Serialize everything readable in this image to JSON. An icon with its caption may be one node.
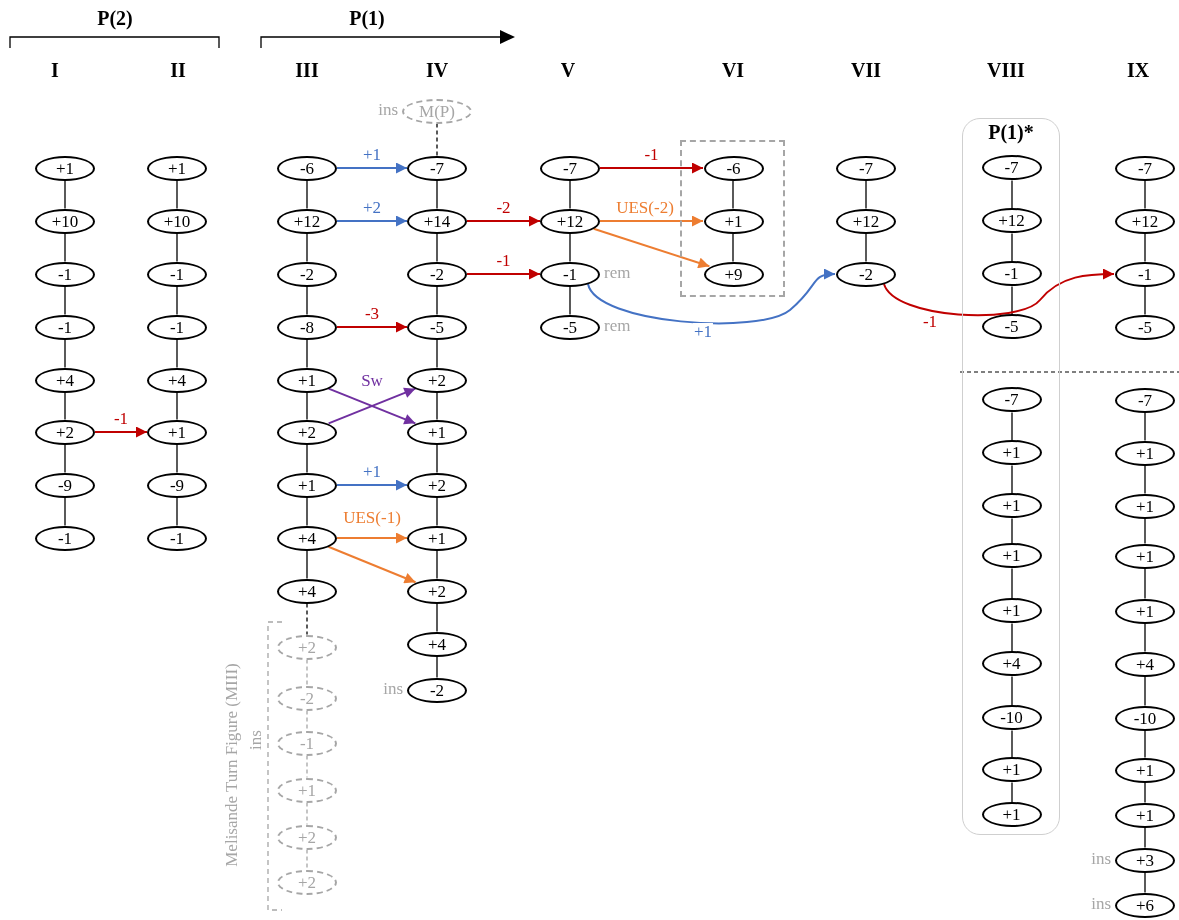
{
  "diagram": {
    "nodes": [
      {
        "text": [
          "+1"
        ]
      },
      {
        "text": [
          "+10"
        ]
      },
      {
        "text": [
          "-1"
        ]
      },
      {
        "text": [
          "-1"
        ]
      },
      {
        "text": [
          "+4"
        ]
      },
      {
        "text": [
          "+2"
        ]
      },
      {
        "text": [
          "-9"
        ]
      },
      {
        "text": [
          "-1"
        ]
      },
      {
        "text": [
          "+1"
        ]
      },
      {
        "text": [
          "+10"
        ]
      },
      {
        "text": [
          "-1"
        ]
      },
      {
        "text": [
          "-1"
        ]
      },
      {
        "text": [
          "+4"
        ]
      },
      {
        "text": [
          "+1"
        ]
      },
      {
        "text": [
          "-9"
        ]
      },
      {
        "text": [
          "-1"
        ]
      },
      {
        "text": [
          "-6"
        ]
      },
      {
        "text": [
          "+12"
        ]
      },
      {
        "text": [
          "-2"
        ]
      },
      {
        "text": [
          "-8"
        ]
      },
      {
        "text": [
          "+1"
        ]
      },
      {
        "text": [
          "+2"
        ]
      },
      {
        "text": [
          "+1"
        ]
      },
      {
        "text": [
          "+4"
        ]
      },
      {
        "text": [
          "+4"
        ]
      },
      {
        "text": [
          "+2"
        ]
      },
      {
        "text": [
          "-2"
        ]
      },
      {
        "text": [
          "-1"
        ]
      },
      {
        "text": [
          "+1"
        ]
      },
      {
        "text": [
          "+2"
        ]
      },
      {
        "text": [
          "+2"
        ]
      },
      {
        "text": [
          "M(P)"
        ],
        "beside": [
          "ins"
        ]
      },
      {
        "text": [
          "-7"
        ]
      },
      {
        "text": [
          "+14"
        ]
      },
      {
        "text": [
          "-2"
        ]
      },
      {
        "text": [
          "-5"
        ]
      },
      {
        "text": [
          "+2"
        ]
      },
      {
        "text": [
          "+1"
        ]
      },
      {
        "text": [
          "+2"
        ]
      },
      {
        "text": [
          "+1"
        ]
      },
      {
        "text": [
          "+2"
        ]
      },
      {
        "text": [
          "+4"
        ]
      },
      {
        "text": [
          "-2"
        ],
        "beside": [
          "ins"
        ]
      },
      {
        "text": [
          "-7"
        ]
      },
      {
        "text": [
          "+12"
        ]
      },
      {
        "text": [
          "-1"
        ],
        "beside": [
          "rem"
        ]
      },
      {
        "text": [
          "-5"
        ],
        "beside": [
          "rem"
        ]
      },
      {
        "text": [],
        "shape": "box"
      },
      {
        "text": [
          "-6"
        ],
        "in": 47
      },
      {
        "text": [
          "+1"
        ],
        "in": 47
      },
      {
        "text": [
          "+9"
        ],
        "in": 47
      },
      {
        "text": [
          "-7"
        ]
      },
      {
        "text": [
          "+12"
        ]
      },
      {
        "text": [
          "-2"
        ]
      },
      {
        "text": [
          "P(1)*"
        ]
      },
      {
        "text": [
          "-7"
        ],
        "in": 54
      },
      {
        "text": [
          "+12"
        ],
        "in": 54
      },
      {
        "text": [
          "-1"
        ],
        "in": 54
      },
      {
        "text": [
          "-5"
        ],
        "in": 54
      },
      {
        "text": [
          "-7"
        ],
        "in": 54
      },
      {
        "text": [
          "+1"
        ],
        "in": 54
      },
      {
        "text": [
          "+1"
        ],
        "in": 54
      },
      {
        "text": [
          "+1"
        ],
        "in": 54
      },
      {
        "text": [
          "+1"
        ],
        "in": 54
      },
      {
        "text": [
          "+4"
        ],
        "in": 54
      },
      {
        "text": [
          "-10"
        ],
        "in": 54
      },
      {
        "text": [
          "+1"
        ],
        "in": 54
      },
      {
        "text": [
          "+1"
        ],
        "in": 54
      },
      {
        "text": [
          "-7"
        ]
      },
      {
        "text": [
          "+12"
        ]
      },
      {
        "text": [
          "-1"
        ]
      },
      {
        "text": [
          "-5"
        ]
      },
      {
        "text": [
          "-7"
        ]
      },
      {
        "text": [
          "+1"
        ]
      },
      {
        "text": [
          "+1"
        ]
      },
      {
        "text": [
          "+1"
        ]
      },
      {
        "text": [
          "+1"
        ]
      },
      {
        "text": [
          "+4"
        ]
      },
      {
        "text": [
          "-10"
        ]
      },
      {
        "text": [
          "+1"
        ]
      },
      {
        "text": [
          "+1"
        ]
      },
      {
        "text": [
          "+3"
        ],
        "beside": [
          "ins"
        ]
      },
      {
        "text": [
          "+6"
        ],
        "beside": [
          "ins"
        ]
      }
    ],
    "edges": [
      {
        "from": 0,
        "to": 1,
        "arrow": "none"
      },
      {
        "from": 1,
        "to": 2,
        "arrow": "none"
      },
      {
        "from": 2,
        "to": 3,
        "arrow": "none"
      },
      {
        "from": 3,
        "to": 4,
        "arrow": "none"
      },
      {
        "from": 4,
        "to": 5,
        "arrow": "none"
      },
      {
        "from": 5,
        "to": 6,
        "arrow": "none"
      },
      {
        "from": 6,
        "to": 7,
        "arrow": "none"
      },
      {
        "from": 8,
        "to": 9,
        "arrow": "none"
      },
      {
        "from": 9,
        "to": 10,
        "arrow": "none"
      },
      {
        "from": 10,
        "to": 11,
        "arrow": "none"
      },
      {
        "from": 11,
        "to": 12,
        "arrow": "none"
      },
      {
        "from": 12,
        "to": 13,
        "arrow": "none"
      },
      {
        "from": 13,
        "to": 14,
        "arrow": "none"
      },
      {
        "from": 14,
        "to": 15,
        "arrow": "none"
      },
      {
        "from": 16,
        "to": 17,
        "arrow": "none"
      },
      {
        "from": 17,
        "to": 18,
        "arrow": "none"
      },
      {
        "from": 18,
        "to": 19,
        "arrow": "none"
      },
      {
        "from": 19,
        "to": 20,
        "arrow": "none"
      },
      {
        "from": 20,
        "to": 21,
        "arrow": "none"
      },
      {
        "from": 21,
        "to": 22,
        "arrow": "none"
      },
      {
        "from": 22,
        "to": 23,
        "arrow": "none"
      },
      {
        "from": 23,
        "to": 24,
        "arrow": "none"
      },
      {
        "from": 24,
        "to": 25,
        "arrow": "none",
        "style": "dashed"
      },
      {
        "from": 25,
        "to": 26,
        "arrow": "none",
        "style": "dashed",
        "color": "#a6a6a6"
      },
      {
        "from": 26,
        "to": 27,
        "arrow": "none",
        "style": "dashed",
        "color": "#a6a6a6"
      },
      {
        "from": 27,
        "to": 28,
        "arrow": "none",
        "style": "dashed",
        "color": "#a6a6a6"
      },
      {
        "from": 28,
        "to": 29,
        "arrow": "none",
        "style": "dashed",
        "color": "#a6a6a6"
      },
      {
        "from": 29,
        "to": 30,
        "arrow": "none",
        "style": "dashed",
        "color": "#a6a6a6"
      },
      {
        "from": 31,
        "to": 32,
        "arrow": "none",
        "style": "dashed"
      },
      {
        "from": 32,
        "to": 33,
        "arrow": "none"
      },
      {
        "from": 33,
        "to": 34,
        "arrow": "none"
      },
      {
        "from": 34,
        "to": 35,
        "arrow": "none"
      },
      {
        "from": 35,
        "to": 36,
        "arrow": "none"
      },
      {
        "from": 36,
        "to": 37,
        "arrow": "none"
      },
      {
        "from": 37,
        "to": 38,
        "arrow": "none"
      },
      {
        "from": 38,
        "to": 39,
        "arrow": "none"
      },
      {
        "from": 39,
        "to": 40,
        "arrow": "none"
      },
      {
        "from": 40,
        "to": 41,
        "arrow": "none"
      },
      {
        "from": 41,
        "to": 42,
        "arrow": "none"
      },
      {
        "from": 43,
        "to": 44,
        "arrow": "none"
      },
      {
        "from": 44,
        "to": 45,
        "arrow": "none"
      },
      {
        "from": 45,
        "to": 46,
        "arrow": "none"
      },
      {
        "from": 48,
        "to": 49,
        "arrow": "none"
      },
      {
        "from": 49,
        "to": 50,
        "arrow": "none"
      },
      {
        "from": 51,
        "to": 52,
        "arrow": "none"
      },
      {
        "from": 52,
        "to": 53,
        "arrow": "none"
      },
      {
        "from": 55,
        "to": 56,
        "arrow": "none"
      },
      {
        "from": 56,
        "to": 57,
        "arrow": "none"
      },
      {
        "from": 57,
        "to": 58,
        "arrow": "none"
      },
      {
        "from": 59,
        "to": 60,
        "arrow": "none"
      },
      {
        "from": 60,
        "to": 61,
        "arrow": "none"
      },
      {
        "from": 61,
        "to": 62,
        "arrow": "none"
      },
      {
        "from": 62,
        "to": 63,
        "arrow": "none"
      },
      {
        "from": 63,
        "to": 64,
        "arrow": "none"
      },
      {
        "from": 64,
        "to": 65,
        "arrow": "none"
      },
      {
        "from": 65,
        "to": 66,
        "arrow": "none"
      },
      {
        "from": 66,
        "to": 67,
        "arrow": "none"
      },
      {
        "from": 68,
        "to": 69,
        "arrow": "none"
      },
      {
        "from": 69,
        "to": 70,
        "arrow": "none"
      },
      {
        "from": 70,
        "to": 71,
        "arrow": "none"
      },
      {
        "from": 72,
        "to": 73,
        "arrow": "none"
      },
      {
        "from": 73,
        "to": 74,
        "arrow": "none"
      },
      {
        "from": 74,
        "to": 75,
        "arrow": "none"
      },
      {
        "from": 75,
        "to": 76,
        "arrow": "none"
      },
      {
        "from": 76,
        "to": 77,
        "arrow": "none"
      },
      {
        "from": 77,
        "to": 78,
        "arrow": "none"
      },
      {
        "from": 78,
        "to": 79,
        "arrow": "none"
      },
      {
        "from": 79,
        "to": 80,
        "arrow": "none"
      },
      {
        "from": 80,
        "to": 81,
        "arrow": "none"
      },
      {
        "from": 81,
        "to": 82,
        "arrow": "none"
      },
      {
        "from": 5,
        "to": 13,
        "arrow": "to",
        "label": "-1",
        "color": "#c00000"
      },
      {
        "from": 16,
        "to": 32,
        "arrow": "to",
        "label": "+1",
        "color": "#4472c4"
      },
      {
        "from": 17,
        "to": 33,
        "arrow": "to",
        "label": "+2",
        "color": "#4472c4"
      },
      {
        "from": 19,
        "to": 35,
        "arrow": "to",
        "label": "-3",
        "color": "#c00000"
      },
      {
        "from": 20,
        "to": 37,
        "arrow": "to",
        "label": "Sw",
        "color": "#7030a0"
      },
      {
        "from": 21,
        "to": 36,
        "arrow": "to",
        "color": "#7030a0"
      },
      {
        "from": 22,
        "to": 38,
        "arrow": "to",
        "label": "+1",
        "color": "#4472c4"
      },
      {
        "from": 23,
        "to": 39,
        "arrow": "to",
        "label": "UES(-1)",
        "color": "#ed7d31"
      },
      {
        "from": 23,
        "to": 40,
        "arrow": "to",
        "color": "#ed7d31"
      },
      {
        "from": 33,
        "to": 44,
        "arrow": "to",
        "label": "-2",
        "color": "#c00000"
      },
      {
        "from": 34,
        "to": 45,
        "arrow": "to",
        "label": "-1",
        "color": "#c00000"
      },
      {
        "from": 43,
        "to": 48,
        "arrow": "to",
        "label": "-1",
        "color": "#c00000"
      },
      {
        "from": 44,
        "to": 49,
        "arrow": "to",
        "label": "UES(-2)",
        "color": "#ed7d31"
      },
      {
        "from": 44,
        "to": 50,
        "arrow": "to",
        "color": "#ed7d31"
      },
      {
        "from": 45,
        "to": 53,
        "arrow": "to",
        "label": "+1",
        "color": "#4472c4"
      },
      {
        "from": 53,
        "to": 70,
        "arrow": "to",
        "label": "-1",
        "color": "#c00000"
      }
    ],
    "labels": [
      "P(2)",
      "P(1)",
      "I",
      "II",
      "III",
      "IV",
      "V",
      "VI",
      "VII",
      "VIII",
      "IX",
      "Melisande Turn Figure (MIII)",
      "ins"
    ]
  }
}
